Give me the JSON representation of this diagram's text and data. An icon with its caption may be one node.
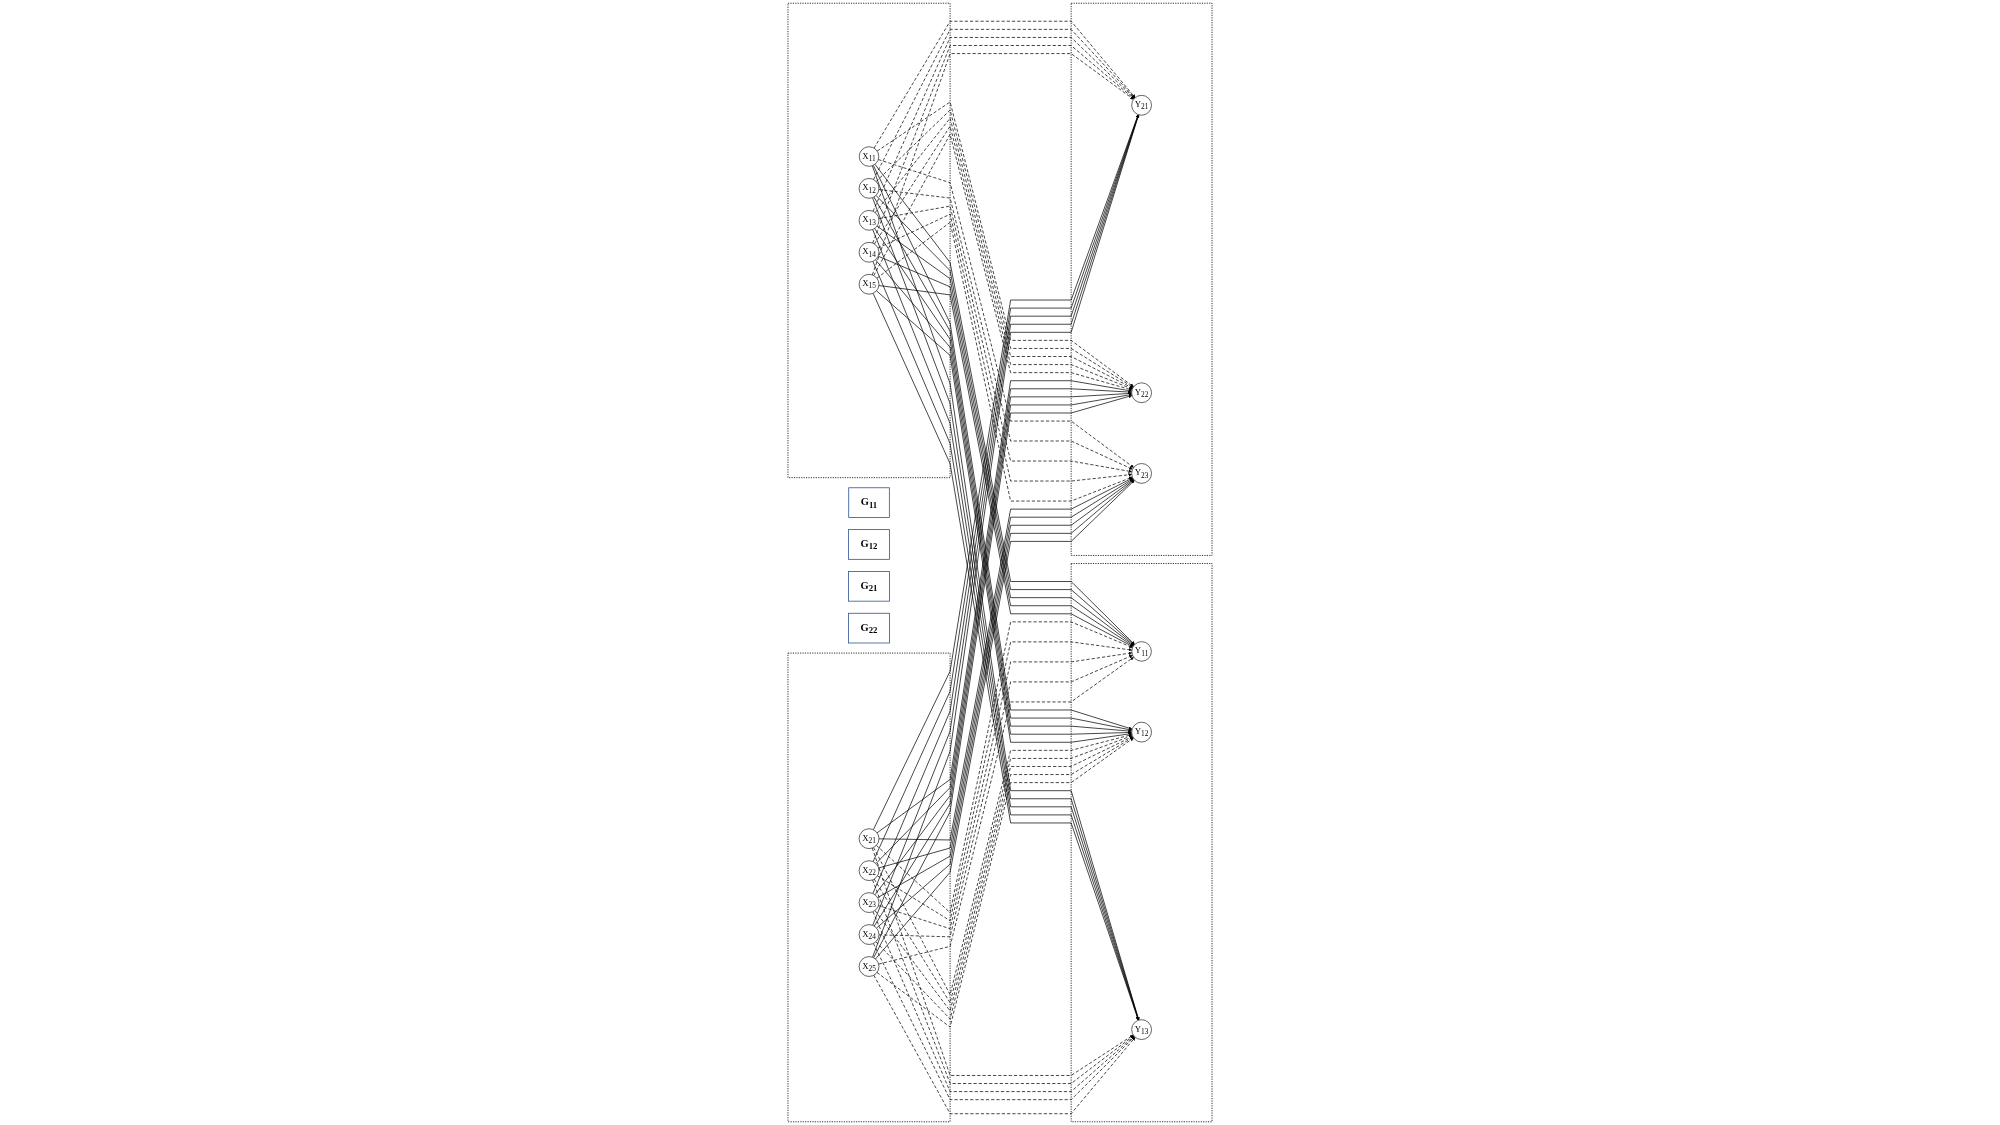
{
  "diagram": {
    "nodes": [
      {
        "text": [],
        "shape": "box"
      },
      {
        "text": [
          "X$_{11}$"
        ],
        "in": 0
      },
      {
        "text": [
          "X$_{12}$"
        ],
        "in": 0
      },
      {
        "text": [
          "X$_{13}$"
        ],
        "in": 0
      },
      {
        "text": [
          "X$_{14}$"
        ],
        "in": 0
      },
      {
        "text": [
          "X$_{15}$"
        ],
        "in": 0
      },
      {
        "text": [
          "G$_{11}$"
        ]
      },
      {
        "text": [],
        "shape": "box"
      },
      {
        "text": [
          "Y$_{11}$"
        ],
        "in": 7
      },
      {
        "text": [
          "Y$_{12}$"
        ],
        "in": 7
      },
      {
        "text": [
          "Y$_{13}$"
        ],
        "in": 7
      },
      {
        "text": [
          "G$_{12}$"
        ]
      },
      {
        "text": [
          "G$_{21}$"
        ]
      },
      {
        "text": [],
        "shape": "box"
      },
      {
        "text": [
          "X$_{21}$"
        ],
        "in": 13
      },
      {
        "text": [
          "X$_{22}$"
        ],
        "in": 13
      },
      {
        "text": [
          "X$_{23}$"
        ],
        "in": 13
      },
      {
        "text": [
          "X$_{24}$"
        ],
        "in": 13
      },
      {
        "text": [
          "X$_{25}$"
        ],
        "in": 13
      },
      {
        "text": [
          "G$_{22}$"
        ]
      },
      {
        "text": [],
        "shape": "box"
      },
      {
        "text": [
          "Y$_{21}$"
        ],
        "in": 20
      },
      {
        "text": [
          "Y$_{22}$"
        ],
        "in": 20
      },
      {
        "text": [
          "Y$_{23}$"
        ],
        "in": 20
      }
    ],
    "edges": [
      {
        "from": 1,
        "to": 8,
        "arrow": "to"
      },
      {
        "from": 1,
        "to": 9,
        "arrow": "to"
      },
      {
        "from": 1,
        "to": 10,
        "arrow": "to"
      },
      {
        "from": 2,
        "to": 8,
        "arrow": "to"
      },
      {
        "from": 2,
        "to": 9,
        "arrow": "to"
      },
      {
        "from": 2,
        "to": 10,
        "arrow": "to"
      },
      {
        "from": 3,
        "to": 8,
        "arrow": "to"
      },
      {
        "from": 3,
        "to": 9,
        "arrow": "to"
      },
      {
        "from": 3,
        "to": 10,
        "arrow": "to"
      },
      {
        "from": 4,
        "to": 8,
        "arrow": "to"
      },
      {
        "from": 4,
        "to": 9,
        "arrow": "to"
      },
      {
        "from": 4,
        "to": 10,
        "arrow": "to"
      },
      {
        "from": 5,
        "to": 8,
        "arrow": "to"
      },
      {
        "from": 5,
        "to": 9,
        "arrow": "to"
      },
      {
        "from": 5,
        "to": 10,
        "arrow": "to"
      },
      {
        "from": 1,
        "to": 21,
        "arrow": "to",
        "style": "dashed"
      },
      {
        "from": 1,
        "to": 22,
        "arrow": "to",
        "style": "dashed"
      },
      {
        "from": 1,
        "to": 23,
        "arrow": "to",
        "style": "dashed"
      },
      {
        "from": 2,
        "to": 21,
        "arrow": "to",
        "style": "dashed"
      },
      {
        "from": 2,
        "to": 22,
        "arrow": "to",
        "style": "dashed"
      },
      {
        "from": 2,
        "to": 23,
        "arrow": "to",
        "style": "dashed"
      },
      {
        "from": 3,
        "to": 21,
        "arrow": "to",
        "style": "dashed"
      },
      {
        "from": 3,
        "to": 22,
        "arrow": "to",
        "style": "dashed"
      },
      {
        "from": 3,
        "to": 23,
        "arrow": "to",
        "style": "dashed"
      },
      {
        "from": 4,
        "to": 21,
        "arrow": "to",
        "style": "dashed"
      },
      {
        "from": 4,
        "to": 22,
        "arrow": "to",
        "style": "dashed"
      },
      {
        "from": 4,
        "to": 23,
        "arrow": "to",
        "style": "dashed"
      },
      {
        "from": 5,
        "to": 21,
        "arrow": "to",
        "style": "dashed"
      },
      {
        "from": 5,
        "to": 22,
        "arrow": "to",
        "style": "dashed"
      },
      {
        "from": 5,
        "to": 23,
        "arrow": "to",
        "style": "dashed"
      },
      {
        "from": 14,
        "to": 8,
        "arrow": "to",
        "style": "dashed"
      },
      {
        "from": 14,
        "to": 9,
        "arrow": "to",
        "style": "dashed"
      },
      {
        "from": 14,
        "to": 10,
        "arrow": "to",
        "style": "dashed"
      },
      {
        "from": 15,
        "to": 8,
        "arrow": "to",
        "style": "dashed"
      },
      {
        "from": 15,
        "to": 9,
        "arrow": "to",
        "style": "dashed"
      },
      {
        "from": 15,
        "to": 10,
        "arrow": "to",
        "style": "dashed"
      },
      {
        "from": 16,
        "to": 8,
        "arrow": "to",
        "style": "dashed"
      },
      {
        "from": 16,
        "to": 9,
        "arrow": "to",
        "style": "dashed"
      },
      {
        "from": 16,
        "to": 10,
        "arrow": "to",
        "style": "dashed"
      },
      {
        "from": 17,
        "to": 8,
        "arrow": "to",
        "style": "dashed"
      },
      {
        "from": 17,
        "to": 9,
        "arrow": "to",
        "style": "dashed"
      },
      {
        "from": 17,
        "to": 10,
        "arrow": "to",
        "style": "dashed"
      },
      {
        "from": 18,
        "to": 8,
        "arrow": "to",
        "style": "dashed"
      },
      {
        "from": 18,
        "to": 9,
        "arrow": "to",
        "style": "dashed"
      },
      {
        "from": 18,
        "to": 10,
        "arrow": "to",
        "style": "dashed"
      },
      {
        "from": 14,
        "to": 21,
        "arrow": "to"
      },
      {
        "from": 14,
        "to": 22,
        "arrow": "to"
      },
      {
        "from": 14,
        "to": 23,
        "arrow": "to"
      },
      {
        "from": 15,
        "to": 21,
        "arrow": "to"
      },
      {
        "from": 15,
        "to": 22,
        "arrow": "to"
      },
      {
        "from": 15,
        "to": 23,
        "arrow": "to"
      },
      {
        "from": 16,
        "to": 21,
        "arrow": "to"
      },
      {
        "from": 16,
        "to": 22,
        "arrow": "to"
      },
      {
        "from": 16,
        "to": 23,
        "arrow": "to"
      },
      {
        "from": 17,
        "to": 21,
        "arrow": "to"
      },
      {
        "from": 17,
        "to": 22,
        "arrow": "to"
      },
      {
        "from": 17,
        "to": 23,
        "arrow": "to"
      },
      {
        "from": 18,
        "to": 21,
        "arrow": "to"
      },
      {
        "from": 18,
        "to": 22,
        "arrow": "to"
      },
      {
        "from": 18,
        "to": 23,
        "arrow": "to"
      }
    ]
  }
}
